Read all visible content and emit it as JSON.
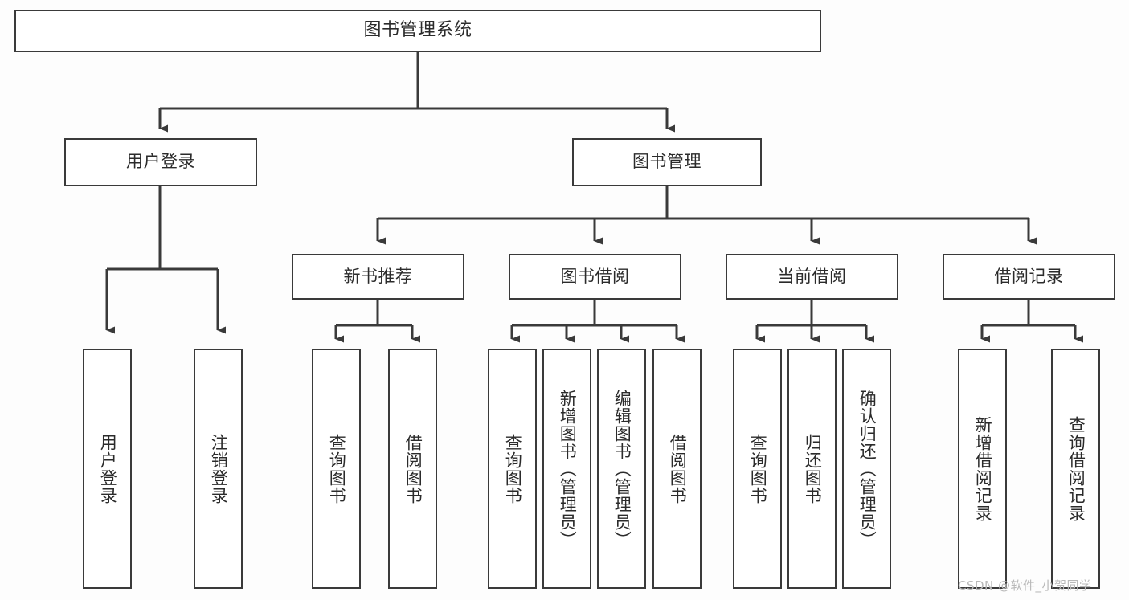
{
  "diagram": {
    "type": "tree-hierarchy-chart",
    "title": "图书管理系统",
    "colors": {
      "stroke": "#3a3a3a",
      "box_fill": "#ffffff",
      "text": "#2b2b2b",
      "canvas": "#fdfdfd",
      "watermark": "#b9b9b9"
    },
    "root": {
      "label": "图书管理系统"
    },
    "level2": [
      {
        "id": "user-login",
        "label": "用户登录"
      },
      {
        "id": "book-management",
        "label": "图书管理"
      }
    ],
    "level3": [
      {
        "id": "new-book-recommend",
        "label": "新书推荐"
      },
      {
        "id": "book-borrow",
        "label": "图书借阅"
      },
      {
        "id": "current-borrow",
        "label": "当前借阅"
      },
      {
        "id": "borrow-record",
        "label": "借阅记录"
      }
    ],
    "leaves": [
      {
        "id": "leaf-user-login",
        "label": "用户登录",
        "parent": "user-login"
      },
      {
        "id": "leaf-user-logout",
        "label": "注销登录",
        "parent": "user-login"
      },
      {
        "id": "leaf-query-book-1",
        "label": "查询图书",
        "parent": "new-book-recommend"
      },
      {
        "id": "leaf-borrow-book-1",
        "label": "借阅图书",
        "parent": "new-book-recommend"
      },
      {
        "id": "leaf-query-book-2",
        "label": "查询图书",
        "parent": "book-borrow"
      },
      {
        "id": "leaf-add-book",
        "label": "新增图书（管理员）",
        "parent": "book-borrow"
      },
      {
        "id": "leaf-edit-book",
        "label": "编辑图书（管理员）",
        "parent": "book-borrow"
      },
      {
        "id": "leaf-borrow-book-2",
        "label": "借阅图书",
        "parent": "book-borrow"
      },
      {
        "id": "leaf-query-book-3",
        "label": "查询图书",
        "parent": "current-borrow"
      },
      {
        "id": "leaf-return-book",
        "label": "归还图书",
        "parent": "current-borrow"
      },
      {
        "id": "leaf-confirm-return",
        "label": "确认归还（管理员）",
        "parent": "current-borrow"
      },
      {
        "id": "leaf-add-record",
        "label": "新增借阅记录",
        "parent": "borrow-record"
      },
      {
        "id": "leaf-query-record",
        "label": "查询借阅记录",
        "parent": "borrow-record"
      }
    ]
  },
  "watermark": {
    "text": "CSDN @软件_小贺同学"
  }
}
